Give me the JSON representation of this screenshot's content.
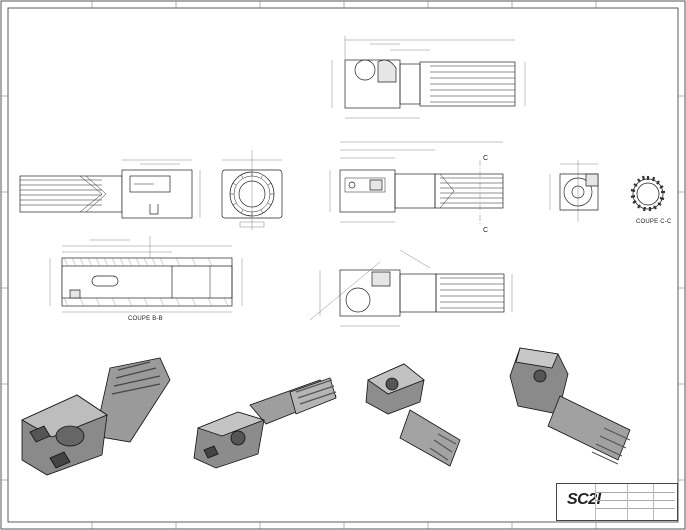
{
  "sheet": {
    "section_labels": {
      "b": "COUPE B-B",
      "c": "COUPE C-C"
    },
    "cut_letters": [
      "C",
      "C"
    ]
  },
  "title_block": {
    "logo": "SC2I"
  }
}
